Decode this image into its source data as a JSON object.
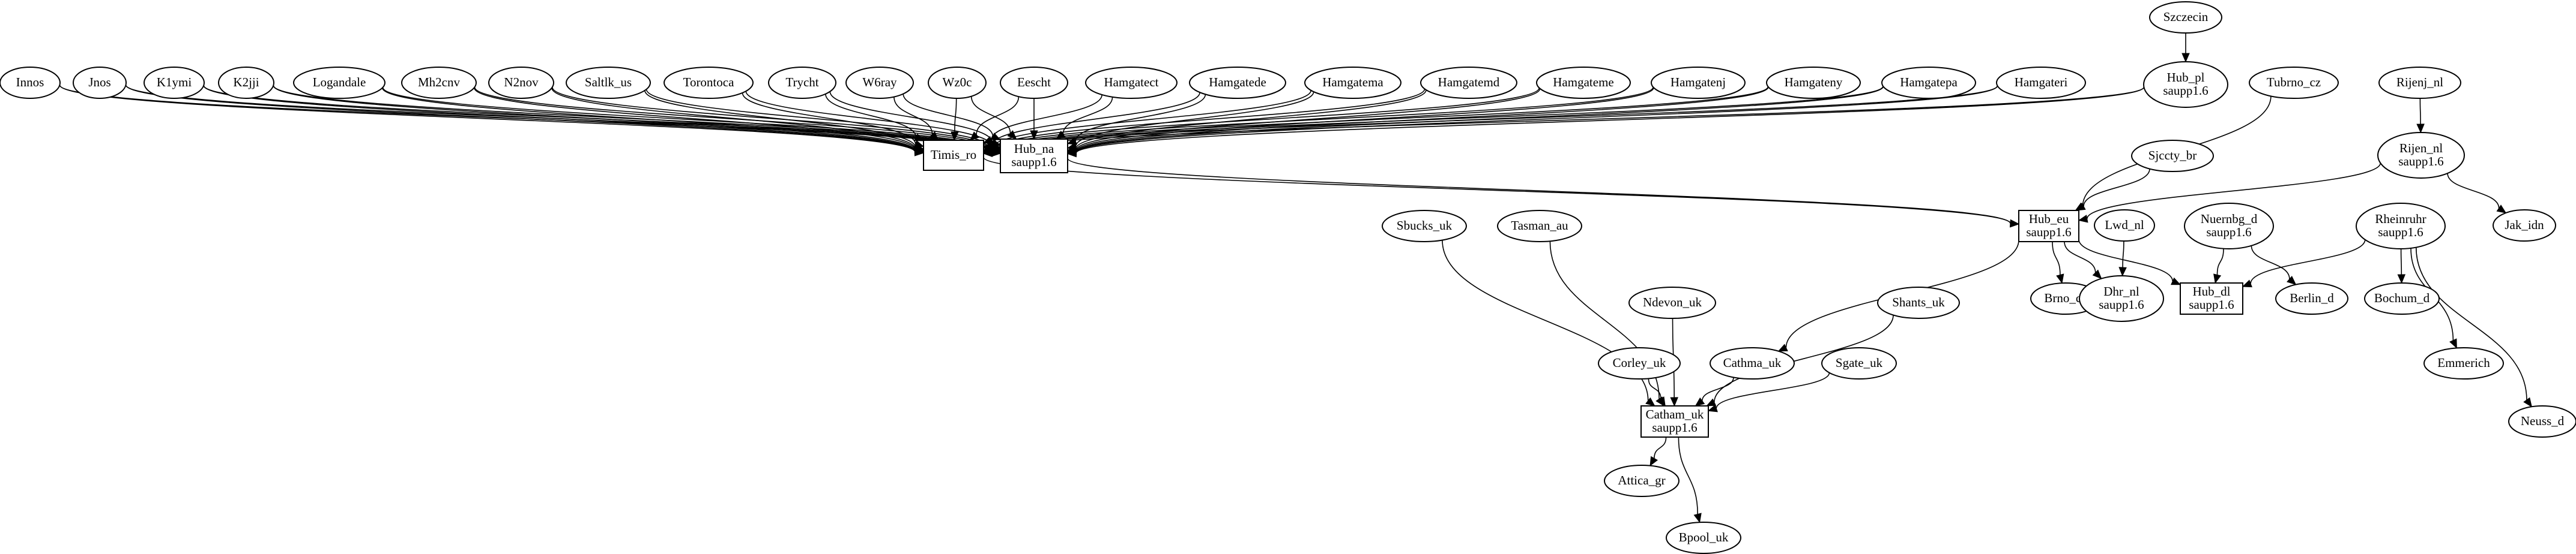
{
  "graph": {
    "nodes": [
      {
        "id": "szczecin",
        "lines": [
          "Szczecin"
        ],
        "shape": "ellipse"
      },
      {
        "id": "innos",
        "lines": [
          "Innos"
        ],
        "shape": "ellipse"
      },
      {
        "id": "jnos",
        "lines": [
          "Jnos"
        ],
        "shape": "ellipse"
      },
      {
        "id": "k1ymi",
        "lines": [
          "K1ymi"
        ],
        "shape": "ellipse"
      },
      {
        "id": "k2jji",
        "lines": [
          "K2jji"
        ],
        "shape": "ellipse"
      },
      {
        "id": "logandale",
        "lines": [
          "Logandale"
        ],
        "shape": "ellipse"
      },
      {
        "id": "mh2cnv",
        "lines": [
          "Mh2cnv"
        ],
        "shape": "ellipse"
      },
      {
        "id": "n2nov",
        "lines": [
          "N2nov"
        ],
        "shape": "ellipse"
      },
      {
        "id": "saltlk_us",
        "lines": [
          "Saltlk_us"
        ],
        "shape": "ellipse"
      },
      {
        "id": "torontoca",
        "lines": [
          "Torontoca"
        ],
        "shape": "ellipse"
      },
      {
        "id": "trycht",
        "lines": [
          "Trycht"
        ],
        "shape": "ellipse"
      },
      {
        "id": "w6ray",
        "lines": [
          "W6ray"
        ],
        "shape": "ellipse"
      },
      {
        "id": "wz0c",
        "lines": [
          "Wz0c"
        ],
        "shape": "ellipse"
      },
      {
        "id": "eescht",
        "lines": [
          "Eescht"
        ],
        "shape": "ellipse"
      },
      {
        "id": "hamgatect",
        "lines": [
          "Hamgatect"
        ],
        "shape": "ellipse"
      },
      {
        "id": "hamgatede",
        "lines": [
          "Hamgatede"
        ],
        "shape": "ellipse"
      },
      {
        "id": "hamgatema",
        "lines": [
          "Hamgatema"
        ],
        "shape": "ellipse"
      },
      {
        "id": "hamgatemd",
        "lines": [
          "Hamgatemd"
        ],
        "shape": "ellipse"
      },
      {
        "id": "hamgateme",
        "lines": [
          "Hamgateme"
        ],
        "shape": "ellipse"
      },
      {
        "id": "hamgatenj",
        "lines": [
          "Hamgatenj"
        ],
        "shape": "ellipse"
      },
      {
        "id": "hamgateny",
        "lines": [
          "Hamgateny"
        ],
        "shape": "ellipse"
      },
      {
        "id": "hamgatepa",
        "lines": [
          "Hamgatepa"
        ],
        "shape": "ellipse"
      },
      {
        "id": "hamgateri",
        "lines": [
          "Hamgateri"
        ],
        "shape": "ellipse"
      },
      {
        "id": "hub_pl",
        "lines": [
          "Hub_pl",
          "saupp1.6"
        ],
        "shape": "ellipse"
      },
      {
        "id": "tubrno_cz",
        "lines": [
          "Tubrno_cz"
        ],
        "shape": "ellipse"
      },
      {
        "id": "rijenj_nl",
        "lines": [
          "Rijenj_nl"
        ],
        "shape": "ellipse"
      },
      {
        "id": "timis_ro",
        "lines": [
          "Timis_ro"
        ],
        "shape": "box"
      },
      {
        "id": "hub_na",
        "lines": [
          "Hub_na",
          "saupp1.6"
        ],
        "shape": "box"
      },
      {
        "id": "sjccty_br",
        "lines": [
          "Sjccty_br"
        ],
        "shape": "ellipse"
      },
      {
        "id": "rijen_nl",
        "lines": [
          "Rijen_nl",
          "saupp1.6"
        ],
        "shape": "ellipse"
      },
      {
        "id": "jak_idn",
        "lines": [
          "Jak_idn"
        ],
        "shape": "ellipse"
      },
      {
        "id": "hub_eu",
        "lines": [
          "Hub_eu",
          "saupp1.6"
        ],
        "shape": "box"
      },
      {
        "id": "lwd_nl",
        "lines": [
          "Lwd_nl"
        ],
        "shape": "ellipse"
      },
      {
        "id": "nuernbg_d",
        "lines": [
          "Nuernbg_d",
          "saupp1.6"
        ],
        "shape": "ellipse"
      },
      {
        "id": "rheinruhr",
        "lines": [
          "Rheinruhr",
          "saupp1.6"
        ],
        "shape": "ellipse"
      },
      {
        "id": "sbucks_uk",
        "lines": [
          "Sbucks_uk"
        ],
        "shape": "ellipse"
      },
      {
        "id": "tasman_au",
        "lines": [
          "Tasman_au"
        ],
        "shape": "ellipse"
      },
      {
        "id": "brno_cz",
        "lines": [
          "Brno_cz"
        ],
        "shape": "ellipse"
      },
      {
        "id": "dhr_nl",
        "lines": [
          "Dhr_nl",
          "saupp1.6"
        ],
        "shape": "ellipse"
      },
      {
        "id": "hub_dl",
        "lines": [
          "Hub_dl",
          "saupp1.6"
        ],
        "shape": "box"
      },
      {
        "id": "berlin_d",
        "lines": [
          "Berlin_d"
        ],
        "shape": "ellipse"
      },
      {
        "id": "bochum_d",
        "lines": [
          "Bochum_d"
        ],
        "shape": "ellipse"
      },
      {
        "id": "emmerich",
        "lines": [
          "Emmerich"
        ],
        "shape": "ellipse"
      },
      {
        "id": "neuss_d",
        "lines": [
          "Neuss_d"
        ],
        "shape": "ellipse"
      },
      {
        "id": "ndevon_uk",
        "lines": [
          "Ndevon_uk"
        ],
        "shape": "ellipse"
      },
      {
        "id": "shants_uk",
        "lines": [
          "Shants_uk"
        ],
        "shape": "ellipse"
      },
      {
        "id": "corley_uk",
        "lines": [
          "Corley_uk"
        ],
        "shape": "ellipse"
      },
      {
        "id": "cathma_uk",
        "lines": [
          "Cathma_uk"
        ],
        "shape": "ellipse"
      },
      {
        "id": "sgate_uk",
        "lines": [
          "Sgate_uk"
        ],
        "shape": "ellipse"
      },
      {
        "id": "catham_uk",
        "lines": [
          "Catham_uk",
          "saupp1.6"
        ],
        "shape": "box"
      },
      {
        "id": "attica_gr",
        "lines": [
          "Attica_gr"
        ],
        "shape": "ellipse"
      },
      {
        "id": "bpool_uk",
        "lines": [
          "Bpool_uk"
        ],
        "shape": "ellipse"
      }
    ],
    "edges": [
      [
        "innos",
        "timis_ro"
      ],
      [
        "innos",
        "hub_na"
      ],
      [
        "jnos",
        "timis_ro"
      ],
      [
        "jnos",
        "hub_na"
      ],
      [
        "k1ymi",
        "timis_ro"
      ],
      [
        "k1ymi",
        "hub_na"
      ],
      [
        "k2jji",
        "timis_ro"
      ],
      [
        "k2jji",
        "hub_na"
      ],
      [
        "logandale",
        "timis_ro"
      ],
      [
        "logandale",
        "hub_na"
      ],
      [
        "mh2cnv",
        "timis_ro"
      ],
      [
        "mh2cnv",
        "hub_na"
      ],
      [
        "n2nov",
        "timis_ro"
      ],
      [
        "n2nov",
        "hub_na"
      ],
      [
        "saltlk_us",
        "timis_ro"
      ],
      [
        "saltlk_us",
        "hub_na"
      ],
      [
        "torontoca",
        "timis_ro"
      ],
      [
        "torontoca",
        "hub_na"
      ],
      [
        "trycht",
        "timis_ro"
      ],
      [
        "trycht",
        "hub_na"
      ],
      [
        "w6ray",
        "timis_ro"
      ],
      [
        "w6ray",
        "hub_na"
      ],
      [
        "wz0c",
        "timis_ro"
      ],
      [
        "wz0c",
        "hub_na"
      ],
      [
        "eescht",
        "timis_ro"
      ],
      [
        "eescht",
        "hub_na"
      ],
      [
        "hamgatect",
        "timis_ro"
      ],
      [
        "hamgatect",
        "hub_na"
      ],
      [
        "hamgatede",
        "timis_ro"
      ],
      [
        "hamgatede",
        "hub_na"
      ],
      [
        "hamgatema",
        "timis_ro"
      ],
      [
        "hamgatema",
        "hub_na"
      ],
      [
        "hamgatemd",
        "timis_ro"
      ],
      [
        "hamgatemd",
        "hub_na"
      ],
      [
        "hamgateme",
        "timis_ro"
      ],
      [
        "hamgateme",
        "hub_na"
      ],
      [
        "hamgatenj",
        "timis_ro"
      ],
      [
        "hamgatenj",
        "hub_na"
      ],
      [
        "hamgateny",
        "timis_ro"
      ],
      [
        "hamgateny",
        "hub_na"
      ],
      [
        "hamgatepa",
        "timis_ro"
      ],
      [
        "hamgatepa",
        "hub_na"
      ],
      [
        "hamgateri",
        "timis_ro"
      ],
      [
        "hamgateri",
        "hub_na"
      ],
      [
        "hub_pl",
        "timis_ro"
      ],
      [
        "hub_pl",
        "hub_na"
      ],
      [
        "szczecin",
        "hub_pl"
      ],
      [
        "timis_ro",
        "hub_eu"
      ],
      [
        "hub_na",
        "hub_eu"
      ],
      [
        "tubrno_cz",
        "hub_eu"
      ],
      [
        "sjccty_br",
        "hub_eu"
      ],
      [
        "rijen_nl",
        "hub_eu"
      ],
      [
        "rijenj_nl",
        "rijen_nl"
      ],
      [
        "rijen_nl",
        "jak_idn"
      ],
      [
        "hub_eu",
        "brno_cz"
      ],
      [
        "hub_eu",
        "dhr_nl"
      ],
      [
        "hub_eu",
        "hub_dl"
      ],
      [
        "hub_eu",
        "cathma_uk"
      ],
      [
        "lwd_nl",
        "dhr_nl"
      ],
      [
        "nuernbg_d",
        "hub_dl"
      ],
      [
        "nuernbg_d",
        "berlin_d"
      ],
      [
        "rheinruhr",
        "hub_dl"
      ],
      [
        "rheinruhr",
        "bochum_d"
      ],
      [
        "rheinruhr",
        "emmerich"
      ],
      [
        "rheinruhr",
        "neuss_d"
      ],
      [
        "sbucks_uk",
        "catham_uk"
      ],
      [
        "tasman_au",
        "catham_uk"
      ],
      [
        "ndevon_uk",
        "catham_uk"
      ],
      [
        "corley_uk",
        "catham_uk"
      ],
      [
        "cathma_uk",
        "catham_uk"
      ],
      [
        "sgate_uk",
        "catham_uk"
      ],
      [
        "shants_uk",
        "catham_uk"
      ],
      [
        "catham_uk",
        "attica_gr"
      ],
      [
        "catham_uk",
        "bpool_uk"
      ]
    ]
  }
}
